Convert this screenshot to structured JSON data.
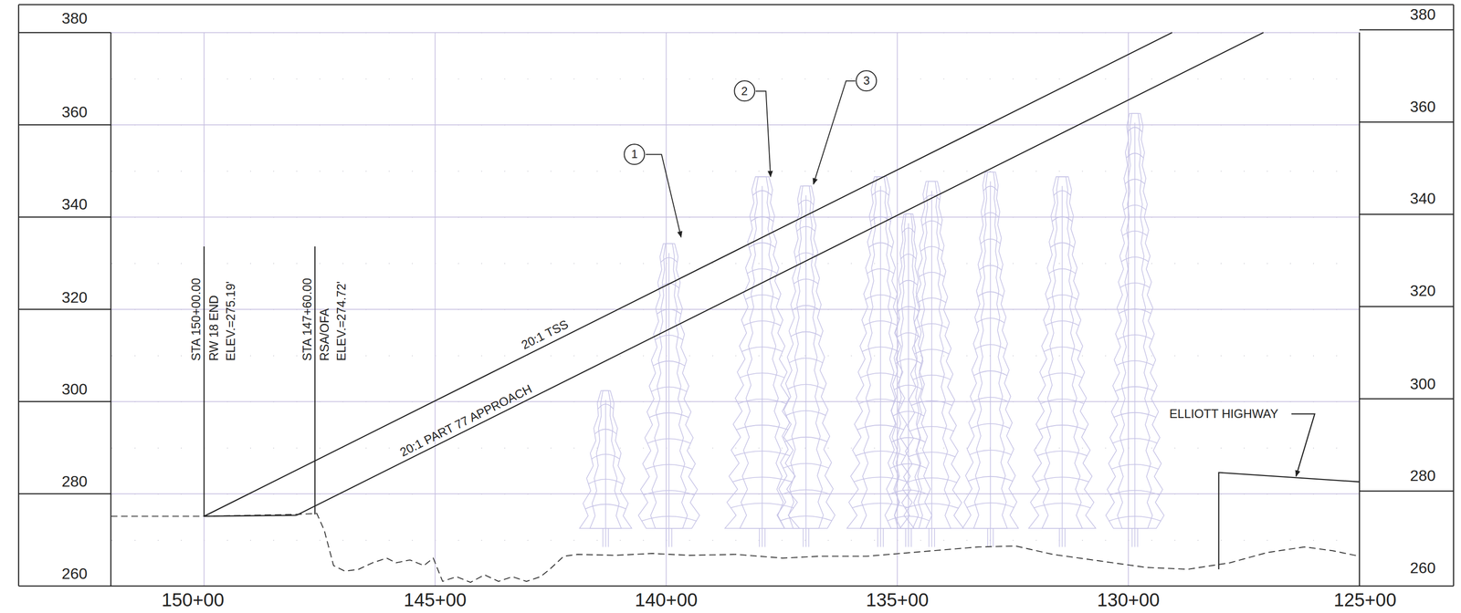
{
  "diagram": {
    "nodes": [
      {
        "text": [
          "1"
        ]
      },
      {
        "text": [
          "2"
        ]
      },
      {
        "text": [
          "3"
        ]
      }
    ],
    "labels": [
      "380",
      "360",
      "340",
      "320",
      "300",
      "280",
      "260",
      "380",
      "360",
      "340",
      "320",
      "300",
      "280",
      "260",
      "150+00",
      "145+00",
      "140+00",
      "135+00",
      "130+00",
      "125+00",
      "STA 150+00.00",
      "RW 18 END",
      "ELEV.=275.19'",
      "STA 147+60.00",
      "RSA/OFA",
      "ELEV.=274.72'",
      "20:1 TSS",
      "20:1 PART 77 APPROACH",
      "ELLIOTT HIGHWAY"
    ]
  }
}
